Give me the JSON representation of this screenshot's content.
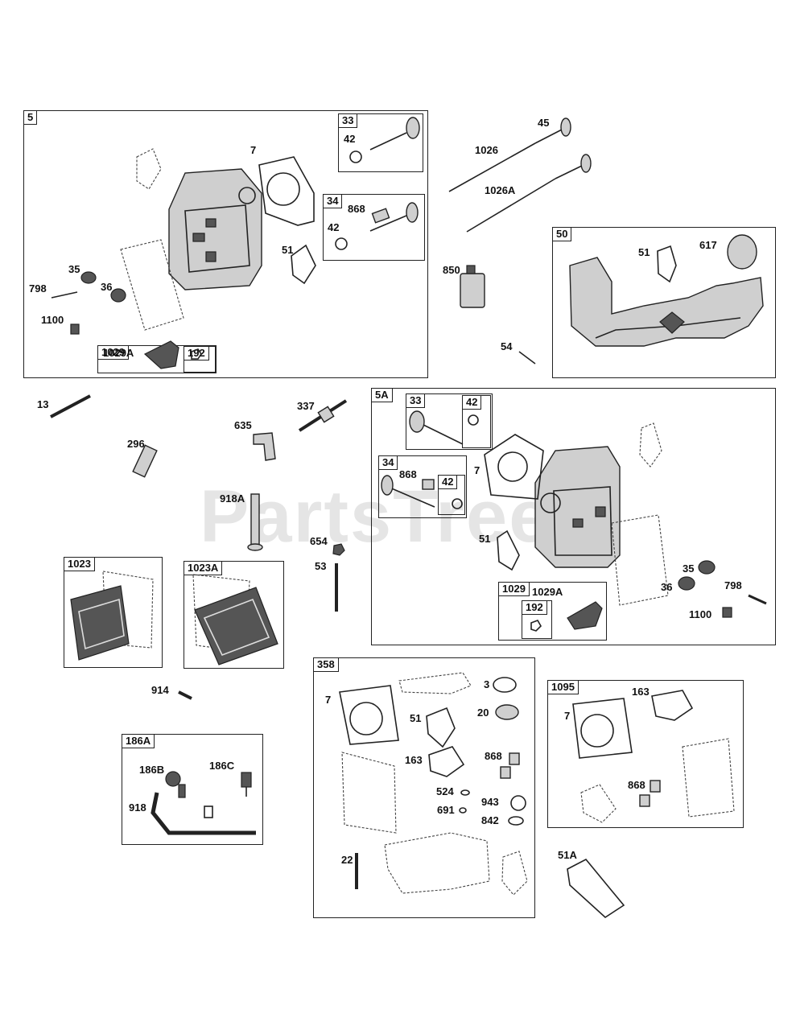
{
  "watermark": "PartsTree",
  "groups": {
    "g5": "5",
    "g33a": "33",
    "g34a": "34",
    "g1029a": "1029",
    "g192a": "192",
    "g50": "50",
    "g5A": "5A",
    "g33b": "33",
    "g42c": "42",
    "g34b": "34",
    "g42d": "42",
    "g1029b": "1029",
    "g192b": "192",
    "g1023": "1023",
    "g1023A": "1023A",
    "g358": "358",
    "g1095": "1095",
    "g186A": "186A"
  },
  "labels": {
    "p7a": "7",
    "p42a": "42",
    "p868a": "868",
    "p42b": "42",
    "p51a": "51",
    "p35a": "35",
    "p798a": "798",
    "p36a": "36",
    "p1100a": "1100",
    "p1029Aa": "1029A",
    "p45": "45",
    "p1026": "1026",
    "p1026A": "1026A",
    "p850": "850",
    "p54": "54",
    "p51b": "51",
    "p617": "617",
    "p13": "13",
    "p296": "296",
    "p635": "635",
    "p337": "337",
    "p918A": "918A",
    "p654": "654",
    "p53": "53",
    "p868b": "868",
    "p7b": "7",
    "p51c": "51",
    "p1029Ab": "1029A",
    "p35b": "35",
    "p36b": "36",
    "p798b": "798",
    "p1100b": "1100",
    "p914": "914",
    "p186B": "186B",
    "p186C": "186C",
    "p918": "918",
    "p7c": "7",
    "p3": "3",
    "p20": "20",
    "p51d": "51",
    "p163a": "163",
    "p868c": "868",
    "p524": "524",
    "p943": "943",
    "p691": "691",
    "p842": "842",
    "p22": "22",
    "p7d": "7",
    "p163b": "163",
    "p868d": "868",
    "p51A": "51A"
  }
}
